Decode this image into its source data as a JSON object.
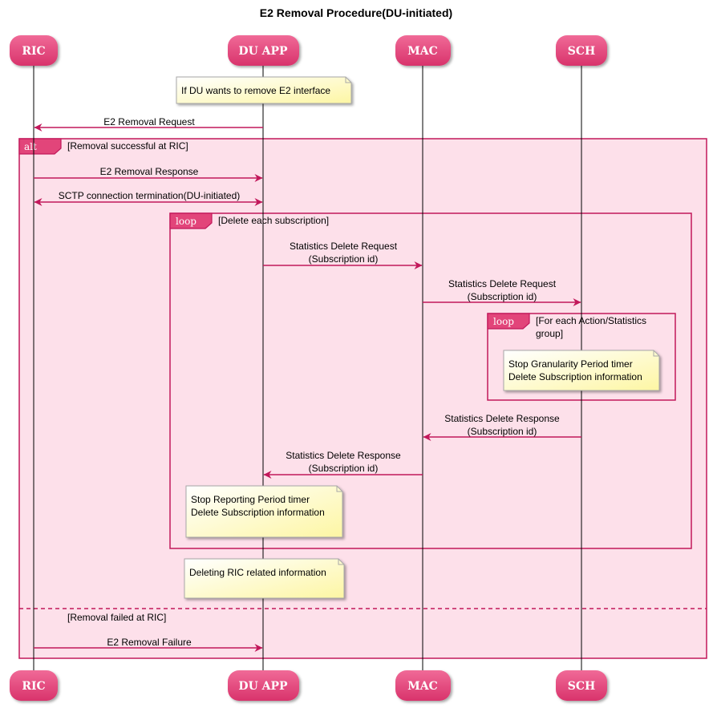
{
  "title": "E2 Removal Procedure(DU-initiated)",
  "participants": [
    "RIC",
    "DU APP",
    "MAC",
    "SCH"
  ],
  "notes": {
    "du_wants": [
      "If DU wants to remove E2 interface"
    ],
    "sch_stop": [
      "Stop Granularity Period timer",
      "Delete Subscription information"
    ],
    "du_stop": [
      "Stop Reporting Period timer",
      "Delete Subscription information"
    ],
    "du_delete_ric": [
      "Deleting RIC related information"
    ]
  },
  "messages": {
    "removal_request": [
      "E2 Removal Request"
    ],
    "removal_response": [
      "E2 Removal Response"
    ],
    "sctp_termination": [
      "SCTP connection termination(DU-initiated)"
    ],
    "stats_req_du_mac": [
      "Statistics Delete Request",
      "(Subscription id)"
    ],
    "stats_req_mac_sch": [
      "Statistics Delete Request",
      "(Subscription id)"
    ],
    "stats_rsp_sch_mac": [
      "Statistics Delete Response",
      "(Subscription id)"
    ],
    "stats_rsp_mac_du": [
      "Statistics Delete Response",
      "(Subscription id)"
    ],
    "removal_failure": [
      "E2 Removal Failure"
    ]
  },
  "fragments": {
    "alt": {
      "keyword": "alt",
      "condition": "[Removal successful at RIC]",
      "else_condition": "[Removal failed at RIC]"
    },
    "loop_outer": {
      "keyword": "loop",
      "condition": "[Delete each subscription]"
    },
    "loop_inner": {
      "keyword": "loop",
      "condition": [
        "[For each Action/Statistics",
        "group]"
      ]
    }
  },
  "colors": {
    "participant_fill": "#e2457a",
    "arrow": "#c2185b",
    "alt_bg": "#fde0ea",
    "note_fill": "#fefece",
    "note_border": "#a8a8a8"
  }
}
